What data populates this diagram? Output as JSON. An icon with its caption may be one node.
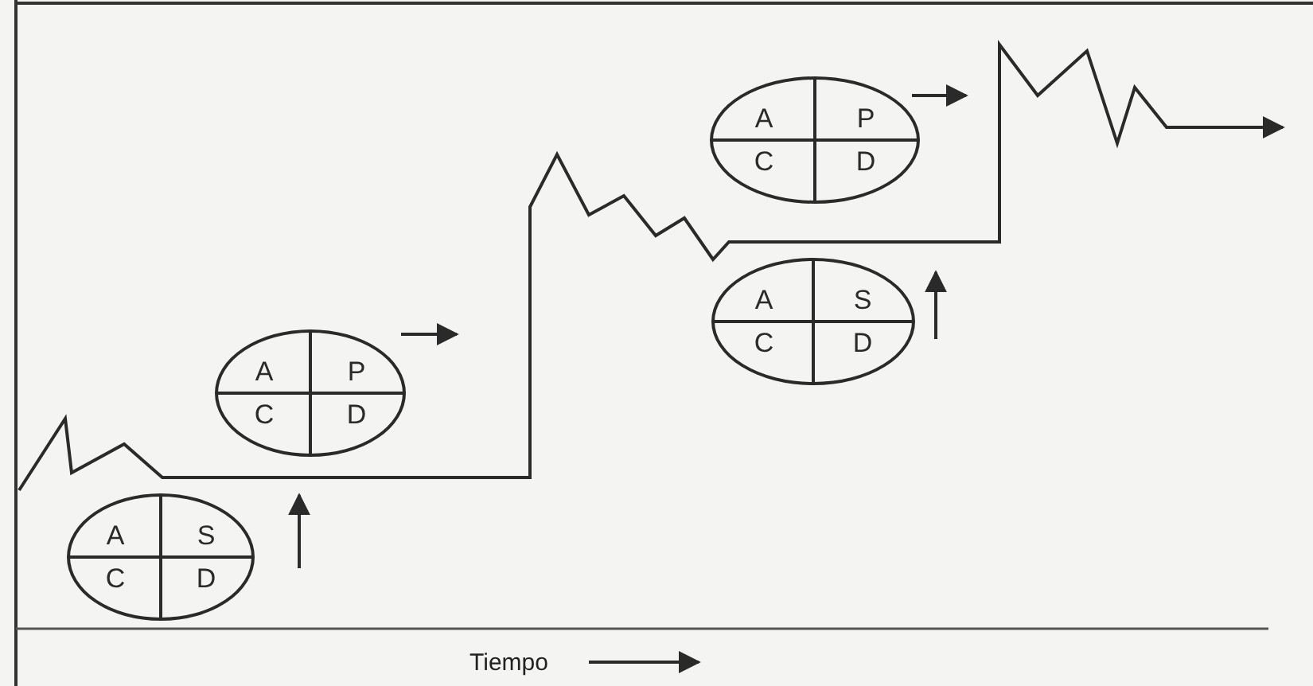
{
  "diagram": {
    "nodes": [
      {
        "text": [
          "A",
          "S",
          "C",
          "D"
        ]
      },
      {
        "text": [
          "A",
          "P",
          "C",
          "D"
        ]
      },
      {
        "text": [
          "A",
          "S",
          "C",
          "D"
        ]
      },
      {
        "text": [
          "A",
          "P",
          "C",
          "D"
        ]
      }
    ],
    "labels": [
      "Tiempo"
    ]
  }
}
